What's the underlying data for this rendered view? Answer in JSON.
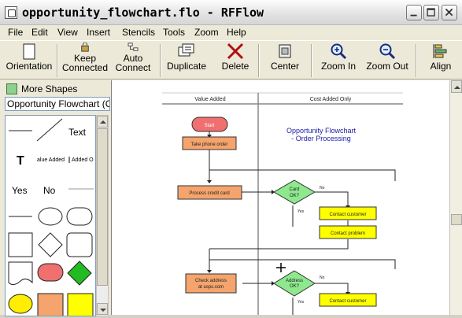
{
  "window": {
    "title": "opportunity_flowchart.flo - RFFlow",
    "buttons": {
      "minimize": "minimize",
      "maximize": "maximize",
      "close": "close"
    }
  },
  "menu": [
    "File",
    "Edit",
    "View",
    "Insert",
    "Stencils",
    "Tools",
    "Zoom",
    "Help"
  ],
  "toolbar": {
    "orientation": "Orientation",
    "keep_connected": "Keep\nConnected",
    "auto_connect": "Auto\nConnect",
    "duplicate": "Duplicate",
    "delete": "Delete",
    "center": "Center",
    "zoom_in": "Zoom In",
    "zoom_out": "Zoom Out",
    "align": "Align"
  },
  "left_panel": {
    "more_shapes": "More Shapes",
    "stencil_name": "Opportunity Flowchart (Cu",
    "palette": {
      "text_label": "Text",
      "t_label": "T",
      "value_added_label": "alue Added",
      "cost_added_label": "Added O",
      "yes_label": "Yes",
      "no_label": "No"
    }
  },
  "flowchart": {
    "header_left": "Value Added",
    "header_right": "Cost Added Only",
    "title_line1": "Opportunity Flowchart",
    "title_line2": "- Order Processing",
    "nodes": {
      "start": "Start",
      "take_phone_order": "Take phone order",
      "process_credit_card": "Process credit card",
      "card_ok_line1": "Card",
      "card_ok_line2": "OK?",
      "contact_customer_1": "Contact customer",
      "contact_problem": "Contact problem",
      "check_address_line1": "Check address",
      "check_address_line2": "at usps.com",
      "address_ok_line1": "Address",
      "address_ok_line2": "OK?",
      "contact_customer_2": "Contact customer"
    },
    "edge_labels": {
      "no": "No",
      "yes": "Yes",
      "no2": "No",
      "yes2": "Yes"
    }
  },
  "colors": {
    "start_fill": "#f07070",
    "process_fill": "#f4a46c",
    "decision_fill": "#8ee88e",
    "cost_fill": "#ffff00",
    "title_text": "#1a1aa8"
  }
}
